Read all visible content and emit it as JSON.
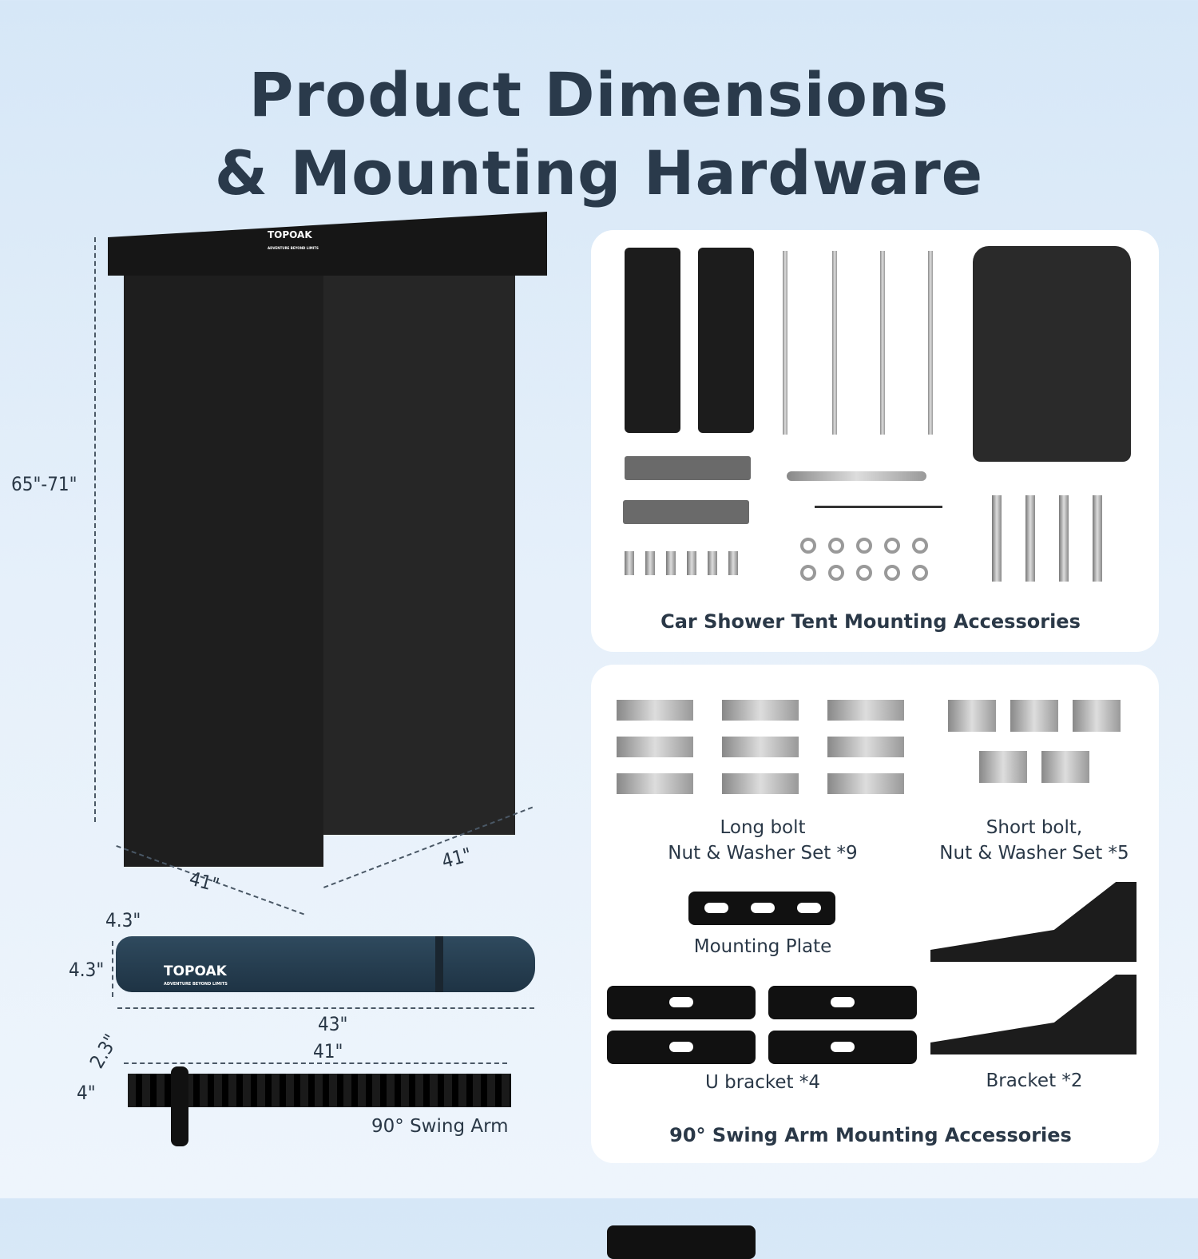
{
  "title_line1": "Product Dimensions",
  "title_line2": "& Mounting Hardware",
  "tent": {
    "brand": "TOPOAK",
    "tagline": "ADVENTURE BEYOND LIMITS",
    "height": "65\"-71\"",
    "width_left": "41\"",
    "width_right": "41\""
  },
  "bag": {
    "brand": "TOPOAK",
    "tagline": "ADVENTURE BEYOND LIMITS",
    "diameter_top": "4.3\"",
    "diameter_side": "4.3\"",
    "length": "43\""
  },
  "arm": {
    "thickness": "2.3\"",
    "height": "4\"",
    "length": "41\"",
    "label": "90° Swing Arm"
  },
  "accessories_top": {
    "caption": "Car Shower Tent Mounting Accessories"
  },
  "accessories_bottom": {
    "long_bolt_line1": "Long bolt",
    "long_bolt_line2": "Nut & Washer Set *9",
    "short_bolt_line1": "Short bolt,",
    "short_bolt_line2": "Nut & Washer Set *5",
    "mounting_plate": "Mounting Plate",
    "u_bracket": "U bracket *4",
    "bracket": "Bracket *2",
    "caption": "90° Swing Arm Mounting Accessories"
  }
}
